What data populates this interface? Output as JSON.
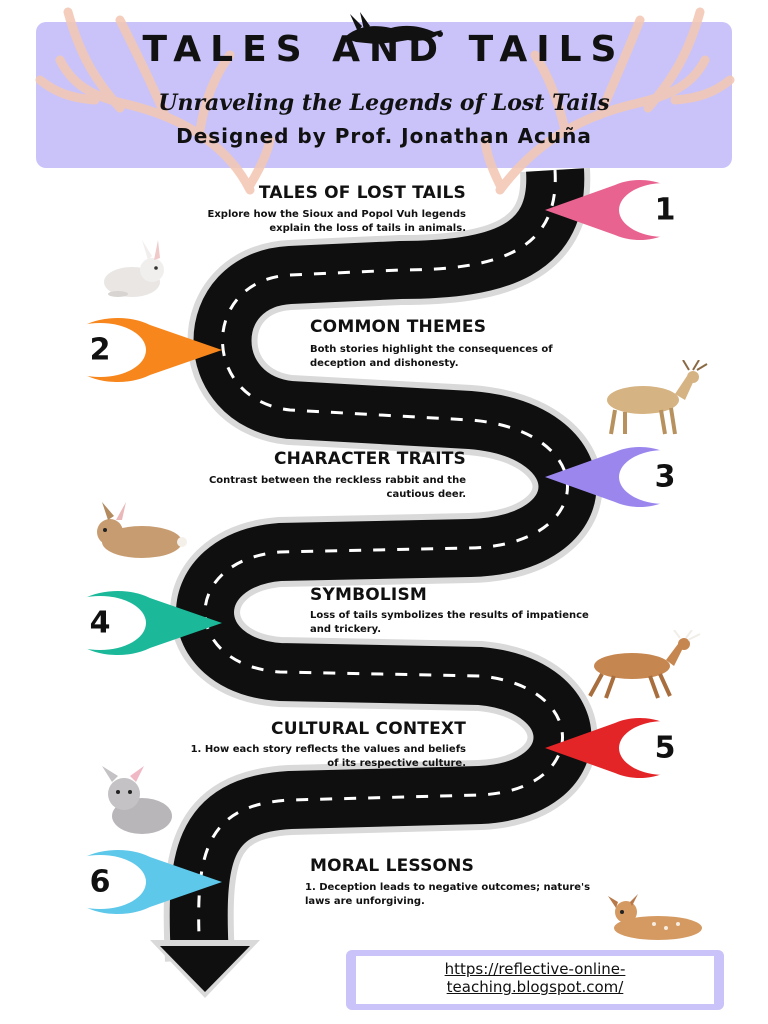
{
  "header": {
    "title": "TALES AND TAILS",
    "subtitle": "Unraveling the Legends of Lost Tails",
    "designer": "Designed by Prof. Jonathan Acuña"
  },
  "sections": [
    {
      "number": "1",
      "title": "TALES OF LOST TAILS",
      "desc_lines": [
        "Explore how the Sioux and Popol Vuh legends",
        "explain the loss of tails in animals."
      ]
    },
    {
      "number": "2",
      "title": "COMMON THEMES",
      "desc_lines": [
        "Both stories highlight the consequences of",
        "deception and dishonesty."
      ]
    },
    {
      "number": "3",
      "title": "CHARACTER TRAITS",
      "desc_lines": [
        "Contrast between the reckless rabbit and the",
        "cautious deer."
      ]
    },
    {
      "number": "4",
      "title": "SYMBOLISM",
      "desc_lines": [
        "Loss of tails symbolizes the results of impatience",
        "and trickery."
      ]
    },
    {
      "number": "5",
      "title": "CULTURAL CONTEXT",
      "desc_lines": [
        "1.  How each story reflects the values and beliefs",
        "of its respective culture."
      ]
    },
    {
      "number": "6",
      "title": "MORAL LESSONS",
      "desc_lines": [
        "1.  Deception leads to negative outcomes; nature's",
        "laws are unforgiving."
      ]
    }
  ],
  "footer": {
    "link_line1": "https://reflective-online-",
    "link_line2": "teaching.blogspot.com/"
  },
  "colors": {
    "header_bg": "#c9c3f9",
    "marker1": "#e8638f",
    "marker2": "#f7861c",
    "marker3": "#9b86ee",
    "marker4": "#1bb99a",
    "marker5": "#e42528",
    "marker6": "#5ec8ea",
    "road": "#0f0f0f",
    "antler": "#f3c8b6"
  },
  "icons": [
    "antler-icon",
    "rabbit-icon",
    "deer-icon",
    "fawn-icon",
    "road-arrow-icon"
  ]
}
